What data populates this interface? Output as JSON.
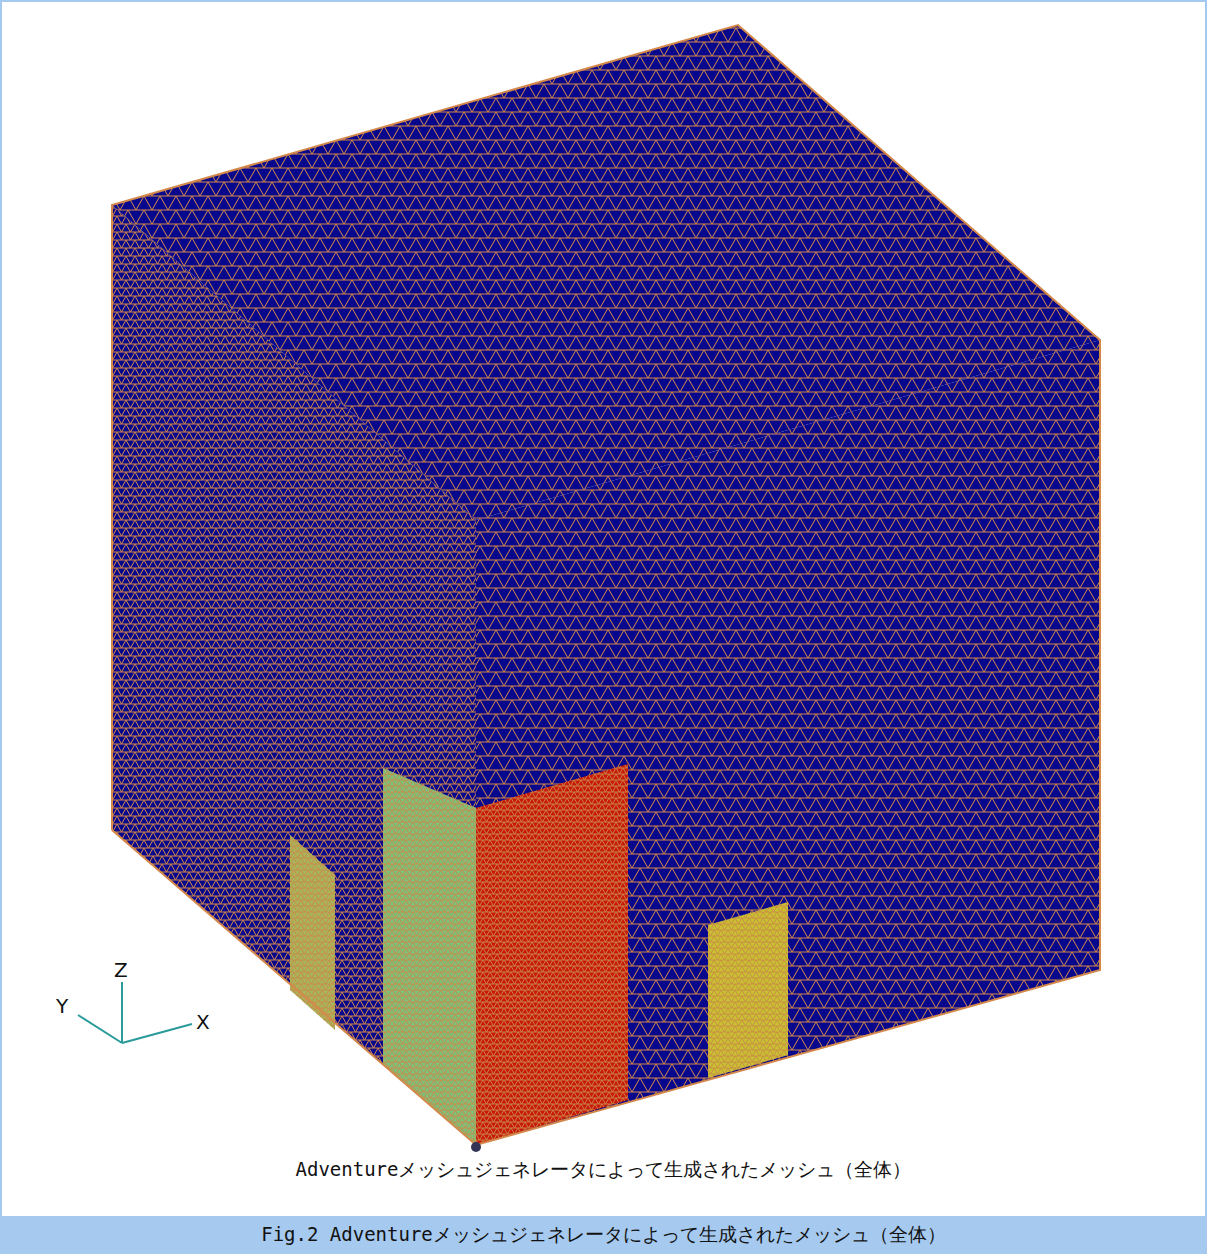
{
  "diagram": {
    "caption": "Fig.2 Adventureメッシュジェネレータによって生成されたメッシュ（全体）",
    "labels": [
      "Z",
      "Y",
      "X",
      "Adventureメッシュジェネレータによって生成されたメッシュ（全体）"
    ]
  }
}
